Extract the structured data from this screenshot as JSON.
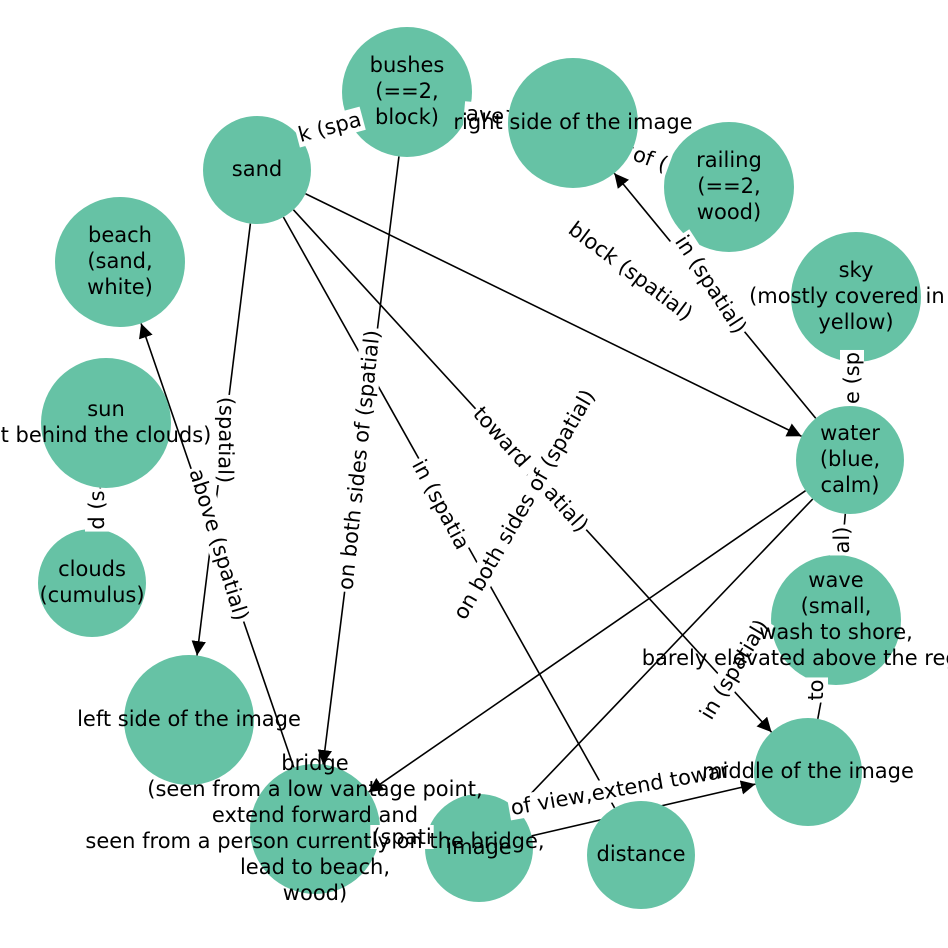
{
  "graph": {
    "nodes": [
      {
        "id": "bushes",
        "label": [
          "bushes",
          "(==2,",
          "block)"
        ]
      },
      {
        "id": "right",
        "label": [
          "right side of the image"
        ]
      },
      {
        "id": "sand",
        "label": [
          "sand"
        ]
      },
      {
        "id": "railing",
        "label": [
          "railing",
          "(==2,",
          "wood)"
        ]
      },
      {
        "id": "beach",
        "label": [
          "beach",
          "(sand,",
          "white)"
        ]
      },
      {
        "id": "sky",
        "label": [
          "sky",
          "(mostly covered in c",
          "yellow)"
        ]
      },
      {
        "id": "sun",
        "label": [
          "sun",
          "t behind the clouds)"
        ]
      },
      {
        "id": "water",
        "label": [
          "water",
          "(blue,",
          "calm)"
        ]
      },
      {
        "id": "clouds",
        "label": [
          "clouds",
          "(cumulus)"
        ]
      },
      {
        "id": "wave",
        "label": [
          "wave",
          "(small,",
          "wash to shore,",
          "barely elevated above the regular su"
        ]
      },
      {
        "id": "left",
        "label": [
          "left side of the image"
        ]
      },
      {
        "id": "middle",
        "label": [
          "middle of the image"
        ]
      },
      {
        "id": "bridge",
        "label": [
          "bridge",
          "(seen from a low vantage point,",
          "extend forward and",
          "seen from a person currently on the bridge,",
          "lead to beach,",
          "wood)"
        ]
      },
      {
        "id": "image",
        "label": [
          "image"
        ]
      },
      {
        "id": "distance",
        "label": [
          "distance"
        ]
      }
    ],
    "edges": [
      {
        "from": "sand",
        "to": "water",
        "label": "block (spatial)"
      },
      {
        "from": "sand",
        "to": "middle",
        "label": "toward ... atial)"
      },
      {
        "from": "sand",
        "to": "distance",
        "label": "in (spatia"
      },
      {
        "from": "sand",
        "to": "left",
        "label": "(spatial)"
      },
      {
        "from": "sand",
        "to": "bushes",
        "label": "k (spa"
      },
      {
        "from": "bushes",
        "to": "bridge",
        "label": "on both sides of (spatial)"
      },
      {
        "from": "bushes",
        "to": "right",
        "label": "ave"
      },
      {
        "from": "water",
        "to": "right",
        "label": "in (spatial)"
      },
      {
        "from": "water",
        "to": "image",
        "label": "in (spatial)"
      },
      {
        "from": "water",
        "to": "bridge",
        "label": "on both sides of (spatial)"
      },
      {
        "from": "water",
        "to": "sky",
        "label": "e (sp"
      },
      {
        "from": "water",
        "to": "wave",
        "label": "al)"
      },
      {
        "from": "wave",
        "to": "middle",
        "label": "to"
      },
      {
        "from": "bridge",
        "to": "beach",
        "label": "above (spatial)"
      },
      {
        "from": "bridge",
        "to": "image",
        "label": "(spati"
      },
      {
        "from": "image",
        "to": "middle",
        "label": "of view,extend towar"
      },
      {
        "from": "railing",
        "to": "right",
        "label": "of ("
      },
      {
        "from": "sun",
        "to": "clouds",
        "label": "d (s"
      }
    ]
  }
}
